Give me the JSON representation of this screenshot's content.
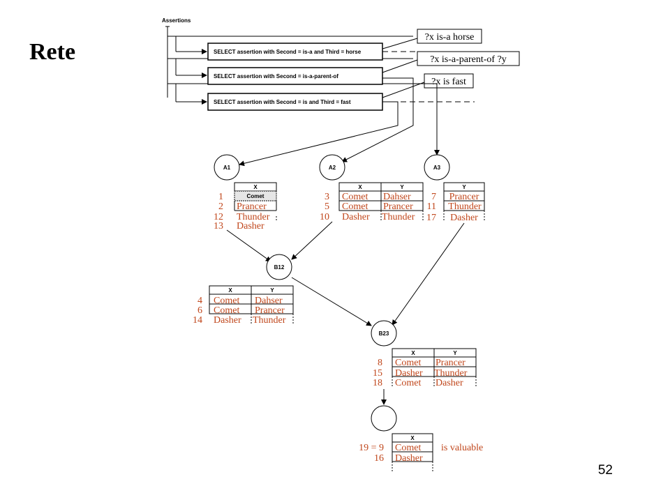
{
  "title": "Rete",
  "page_number": "52",
  "assertions_label": "Assertions",
  "selects": [
    "SELECT assertion with Second = is-a and Third = horse",
    "SELECT assertion with Second = is-a-parent-of",
    "SELECT assertion with Second = is and Third = fast"
  ],
  "patterns": [
    "?x is-a horse",
    "?x is-a-parent-of ?y",
    "?x is fast"
  ],
  "nodes": {
    "a1": "A1",
    "a2": "A2",
    "a3": "A3",
    "b12": "B12",
    "b23": "B23"
  },
  "tables": {
    "a1": {
      "headers": [
        "X"
      ],
      "highlight": "Comet",
      "ids": [
        "1",
        "2",
        "12",
        "13"
      ],
      "rows": [
        [
          "Prancer"
        ],
        [
          "Thunder"
        ],
        [
          "Dasher"
        ]
      ]
    },
    "a2": {
      "headers": [
        "X",
        "Y"
      ],
      "ids": [
        "3",
        "5",
        "10"
      ],
      "rows": [
        [
          "Comet",
          "Dahser"
        ],
        [
          "Comet",
          "Prancer"
        ],
        [
          "Dasher",
          "Thunder"
        ]
      ]
    },
    "a3": {
      "headers": [
        "Y"
      ],
      "ids": [
        "7",
        "11",
        "17"
      ],
      "rows": [
        [
          "Prancer"
        ],
        [
          "Thunder"
        ],
        [
          "Dasher"
        ]
      ]
    },
    "b12": {
      "headers": [
        "X",
        "Y"
      ],
      "ids": [
        "4",
        "6",
        "14"
      ],
      "rows": [
        [
          "Comet",
          "Dahser"
        ],
        [
          "Comet",
          "Prancer"
        ],
        [
          "Dasher",
          "Thunder"
        ]
      ]
    },
    "b23": {
      "headers": [
        "X",
        "Y"
      ],
      "ids": [
        "8",
        "15",
        "18"
      ],
      "rows": [
        [
          "Comet",
          "Prancer"
        ],
        [
          "Dasher",
          "Thunder"
        ],
        [
          "Comet",
          "Dasher"
        ]
      ]
    },
    "final": {
      "headers": [
        "X"
      ],
      "ids": [
        "19 = 9",
        "16"
      ],
      "rows": [
        [
          "Comet"
        ],
        [
          "Dasher"
        ]
      ],
      "note": "is valuable"
    }
  }
}
